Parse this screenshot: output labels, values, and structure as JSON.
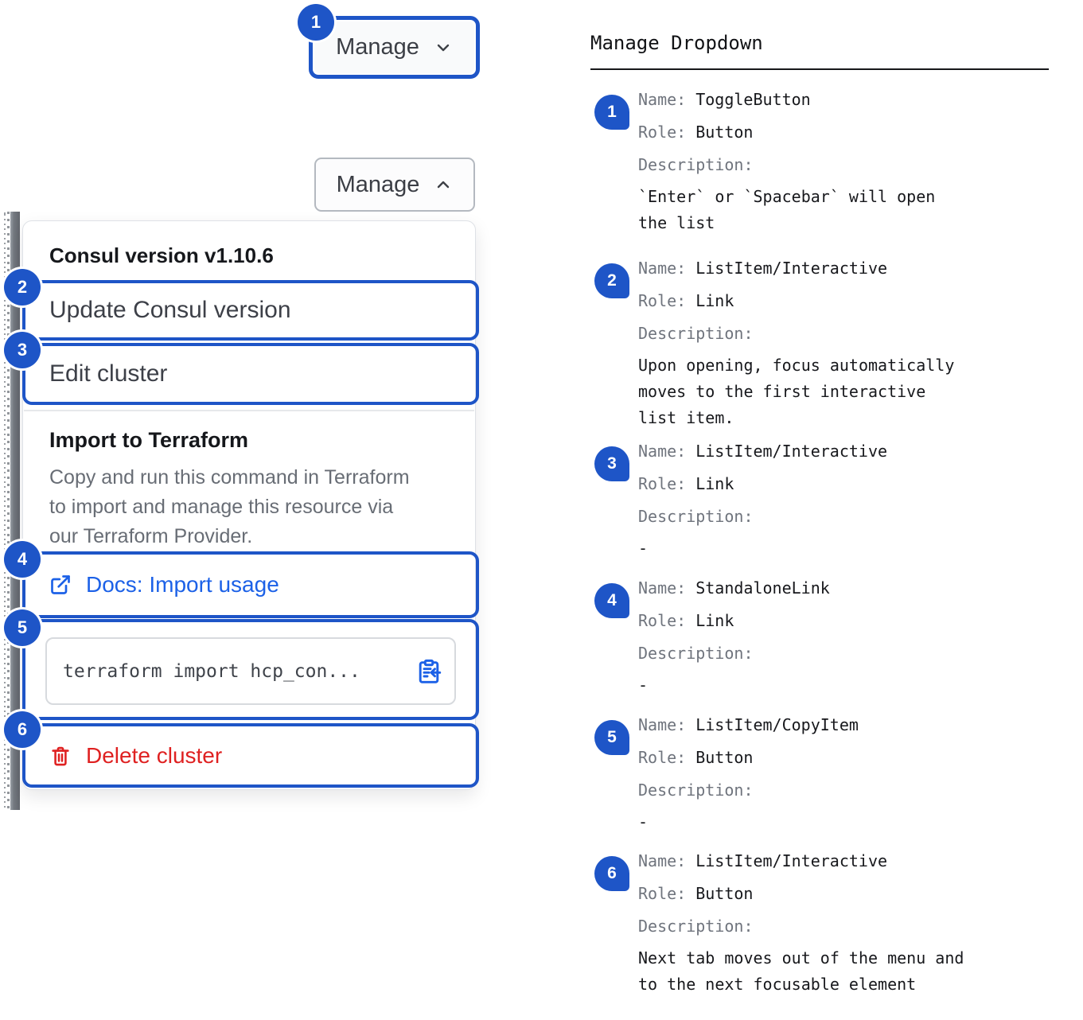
{
  "colors": {
    "annotation_blue": "#1e55c7",
    "link_blue": "#1c61e7",
    "danger_red": "#df2121"
  },
  "left": {
    "toggle_closed": {
      "badge": "1",
      "label": "Manage"
    },
    "toggle_open": {
      "label": "Manage"
    },
    "menu": {
      "version_heading": "Consul version v1.10.6",
      "update_item": {
        "badge": "2",
        "label": "Update Consul version"
      },
      "edit_item": {
        "badge": "3",
        "label": "Edit cluster"
      },
      "import": {
        "heading": "Import to Terraform",
        "description": "Copy and run this command in Terraform\nto import and manage this resource via\nour Terraform Provider.",
        "docs_link": {
          "badge": "4",
          "label": "Docs: Import usage"
        },
        "code_item": {
          "badge": "5",
          "code": "terraform import hcp_con..."
        }
      },
      "delete_item": {
        "badge": "6",
        "label": "Delete cluster"
      }
    }
  },
  "legend": {
    "title": "Manage Dropdown",
    "labels": {
      "name": "Name:",
      "role": "Role:",
      "description": "Description:"
    },
    "entries": [
      {
        "num": "1",
        "name": "ToggleButton",
        "role": "Button",
        "description": "`Enter` or `Spacebar` will open\nthe list"
      },
      {
        "num": "2",
        "name": "ListItem/Interactive",
        "role": "Link",
        "description": "Upon opening, focus automatically\nmoves to the first interactive\nlist item."
      },
      {
        "num": "3",
        "name": "ListItem/Interactive",
        "role": "Link",
        "description": "-"
      },
      {
        "num": "4",
        "name": "StandaloneLink",
        "role": "Link",
        "description": "-"
      },
      {
        "num": "5",
        "name": "ListItem/CopyItem",
        "role": "Button",
        "description": "-"
      },
      {
        "num": "6",
        "name": "ListItem/Interactive",
        "role": "Button",
        "description": "Next tab moves out of the menu and\nto the next focusable element"
      }
    ]
  }
}
